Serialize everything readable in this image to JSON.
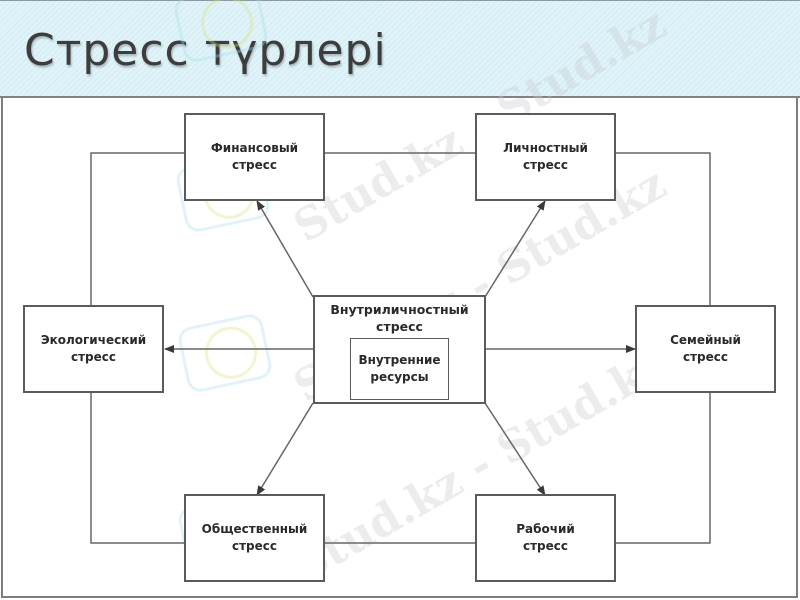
{
  "slide": {
    "title": "Стресс түрлері"
  },
  "diagram": {
    "center": {
      "label_line1": "Внутриличностный",
      "label_line2": "стресс",
      "inner": {
        "label_line1": "Внутренние",
        "label_line2": "ресурсы"
      }
    },
    "nodes": [
      {
        "id": "financial",
        "line1": "Финансовый",
        "line2": "стресс"
      },
      {
        "id": "personal",
        "line1": "Личностный",
        "line2": "стресс"
      },
      {
        "id": "ecological",
        "line1": "Экологический",
        "line2": "стресс"
      },
      {
        "id": "family",
        "line1": "Семейный",
        "line2": "стресс"
      },
      {
        "id": "social",
        "line1": "Общественный",
        "line2": "стресс"
      },
      {
        "id": "work",
        "line1": "Рабочий",
        "line2": "стресс"
      }
    ],
    "edges": [
      {
        "from": "center",
        "to": "financial",
        "arrow": true
      },
      {
        "from": "center",
        "to": "personal",
        "arrow": true
      },
      {
        "from": "center",
        "to": "ecological",
        "arrow": true
      },
      {
        "from": "center",
        "to": "family",
        "arrow": true
      },
      {
        "from": "center",
        "to": "social",
        "arrow": true
      },
      {
        "from": "center",
        "to": "work",
        "arrow": true
      },
      {
        "from": "financial",
        "to": "personal",
        "arrow": false
      },
      {
        "from": "financial",
        "to": "ecological",
        "arrow": false
      },
      {
        "from": "personal",
        "to": "family",
        "arrow": false
      },
      {
        "from": "ecological",
        "to": "social",
        "arrow": false
      },
      {
        "from": "social",
        "to": "work",
        "arrow": false
      },
      {
        "from": "family",
        "to": "work",
        "arrow": false
      }
    ]
  },
  "watermark": {
    "text": "Stud.kz",
    "text_full": "Stud.kz - Stud.kz"
  },
  "colors": {
    "header_bg": "#dff3f8",
    "title_text": "#3d3d3d",
    "box_border": "#5b5b5b",
    "line": "#666666"
  }
}
